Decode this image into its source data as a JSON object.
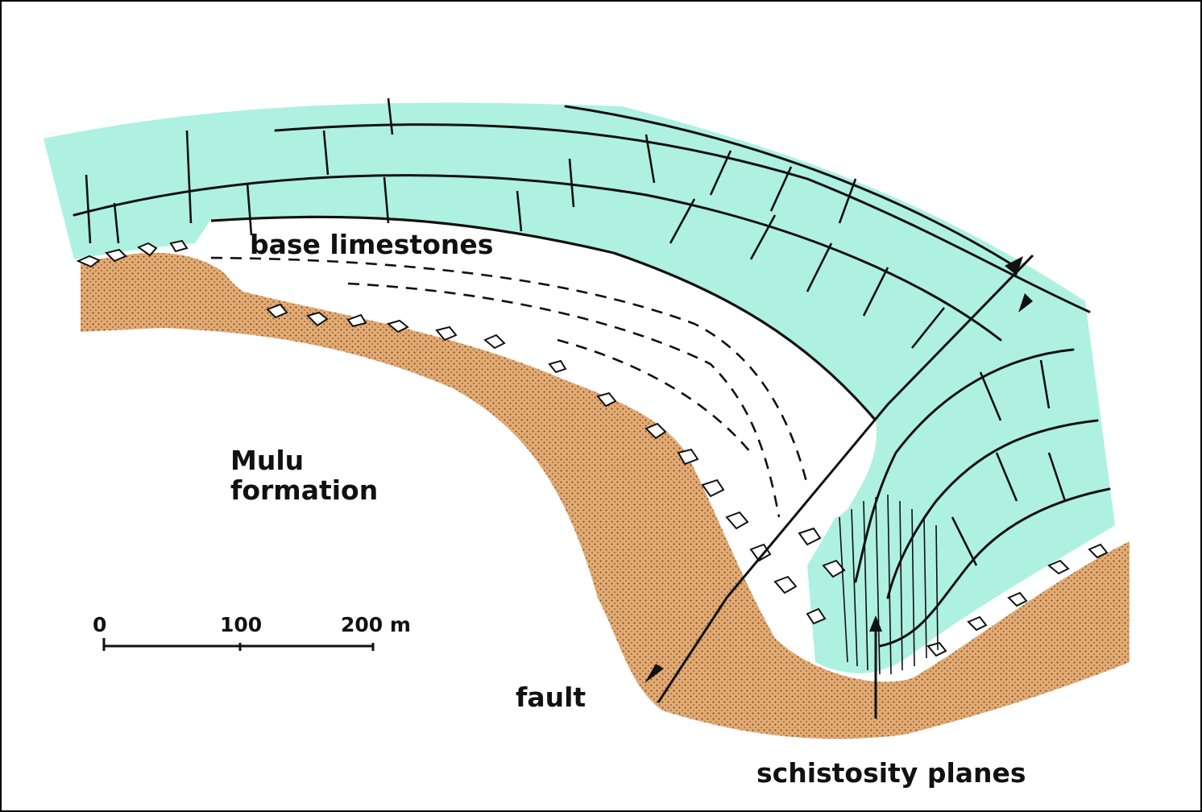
{
  "labels": {
    "base_limestones": "base limestones",
    "mulu_line1": "Mulu",
    "mulu_line2": "formation",
    "fault": "fault",
    "schistosity": "schistosity planes"
  },
  "scale_bar": {
    "ticks": [
      "0",
      "100",
      "200 m"
    ]
  },
  "colors": {
    "limestone": "#aef1e0",
    "mulu_formation": "#e3aa72",
    "base_limestones": "#ffffff",
    "linework": "#111111"
  }
}
